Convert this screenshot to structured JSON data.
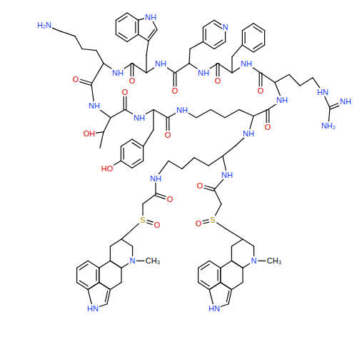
{
  "diagram": {
    "labels": [
      "NH",
      "H₂N",
      "N",
      "NH",
      "NH",
      "NH",
      "NH",
      "O",
      "O",
      "O",
      "O",
      "O",
      "HN",
      "O",
      "NH",
      "NH",
      "NH",
      "NH",
      "NH",
      "NH₂",
      "O",
      "OH",
      "NH",
      "O",
      "HO",
      "NH",
      "NH",
      "O",
      "O",
      "S",
      "S",
      "O",
      "O",
      "N",
      "CH₃",
      "N",
      "CH₃",
      "HN",
      "HN"
    ]
  }
}
